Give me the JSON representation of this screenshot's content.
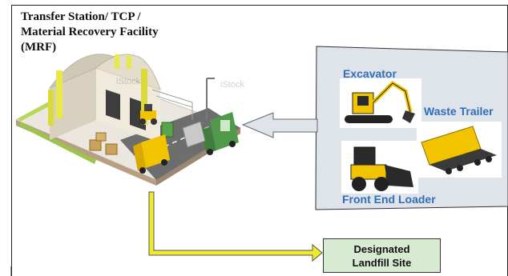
{
  "diagram": {
    "title": "Transfer Station/ TCP /\nMaterial Recovery Facility\n(MRF)",
    "equipment_panel": {
      "labels": {
        "excavator": "Excavator",
        "waste_trailer": "Waste Trailer",
        "front_end_loader": "Front End Loader"
      }
    },
    "destination": {
      "label": "Designated\nLandfill Site"
    },
    "watermark": "iStock",
    "colors": {
      "panel_fill": "#dfe3ea",
      "arrow_fill": "#dfe3ea",
      "flow_line": "#eded2e",
      "landfill_fill": "#d7ead2",
      "label_blue": "#2f6fb8",
      "building_walls": "#e8e3d5",
      "truck_green": "#4f9a4a",
      "machine_yellow": "#f2c400"
    }
  }
}
